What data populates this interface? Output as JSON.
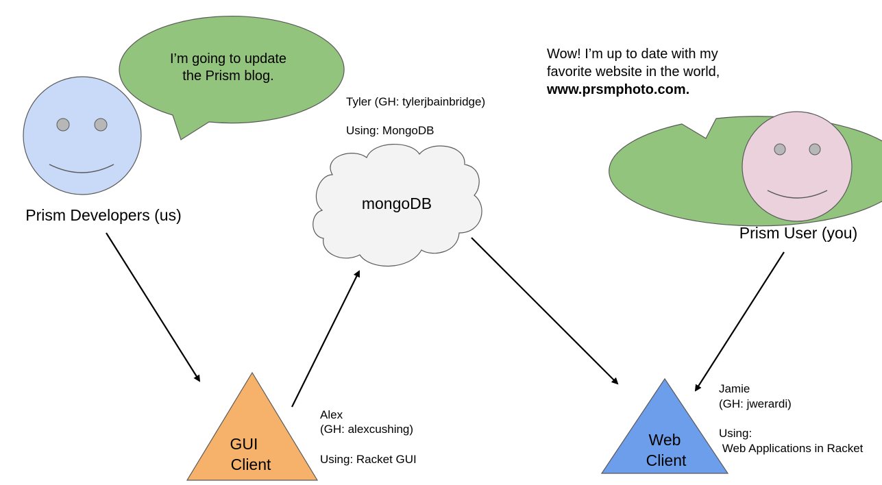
{
  "colors": {
    "bubble": "#93c47d",
    "developer_face": "#c9daf8",
    "user_face": "#ead1dc",
    "face_stroke": "#595959",
    "eye": "#b7b7b7",
    "cloud": "#f3f3f3",
    "gui_client": "#f6b26b",
    "web_client": "#6d9eeb"
  },
  "developer": {
    "bubble_line1": "I’m going to update",
    "bubble_line2": "the Prism blog.",
    "label": "Prism Developers (us)",
    "icon": "smiley-face-icon"
  },
  "user": {
    "bubble_line1": "Wow! I’m up to date with my",
    "bubble_line2": "favorite website in the world,",
    "bubble_line3": "www.prsmphoto.com.",
    "label": "Prism User (you)",
    "icon": "smiley-face-icon"
  },
  "database": {
    "label": "mongoDB",
    "icon": "cloud-icon",
    "owner": "Tyler (GH: tylerjbainbridge)",
    "using": "Using: MongoDB"
  },
  "gui_client": {
    "label_line1": "GUI",
    "label_line2": "Client",
    "owner": "Alex",
    "github": "(GH: alexcushing)",
    "using": "Using: Racket GUI"
  },
  "web_client": {
    "label_line1": "Web",
    "label_line2": "Client",
    "owner": "Jamie",
    "github": "(GH: jwerardi)",
    "using_label": "Using:",
    "using_value": " Web Applications in Racket"
  }
}
